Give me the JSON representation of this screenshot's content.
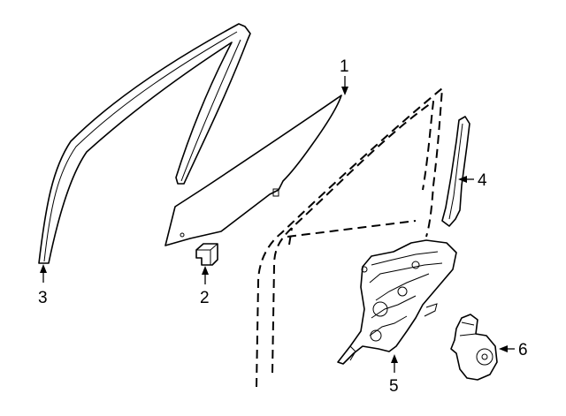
{
  "callouts": [
    {
      "id": "glass",
      "number": "1"
    },
    {
      "id": "glass-guide-clip",
      "number": "2"
    },
    {
      "id": "run-channel",
      "number": "3"
    },
    {
      "id": "rear-channel",
      "number": "4"
    },
    {
      "id": "regulator",
      "number": "5"
    },
    {
      "id": "motor",
      "number": "6"
    }
  ]
}
